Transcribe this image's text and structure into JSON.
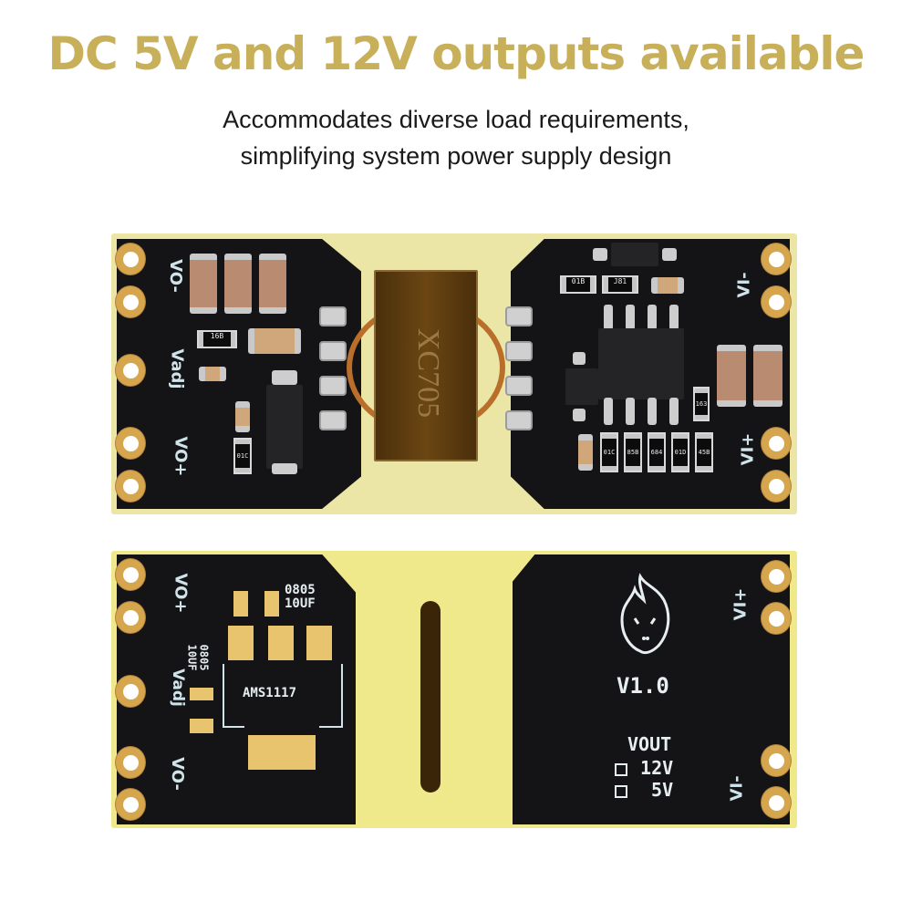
{
  "header": {
    "title": "DC 5V and 12V outputs available",
    "subtitle_line1": "Accommodates diverse load requirements,",
    "subtitle_line2": "simplifying system power supply design"
  },
  "colors": {
    "title": "#c8b05a",
    "subtitle": "#1a1a1a",
    "pcb_mask": "#141416",
    "pcb_substrate": "#ece6a6",
    "gold_pad": "#d6a64f",
    "silkscreen": "#cfe3ea"
  },
  "top_board": {
    "left_pins": [
      "VO-",
      "Vadj",
      "VO+"
    ],
    "right_pins": [
      "VI-",
      "VI+"
    ],
    "transformer_marking": "XC705",
    "resistor_codes": [
      "16B",
      "01C",
      "01B",
      "J81",
      "163",
      "01C",
      "85B",
      "684",
      "01D",
      "45B"
    ]
  },
  "bottom_board": {
    "left_pins": [
      "VO+",
      "Vadj",
      "VO-"
    ],
    "right_pins": [
      "VI+",
      "VI-"
    ],
    "regulator_label": "AMS1117",
    "cap_label_top_line1": "0805",
    "cap_label_top_line2": "10UF",
    "cap_label_side_line1": "0805",
    "cap_label_side_line2": "10UF",
    "version": "V1.0",
    "vout_label": "VOUT",
    "vout_options": [
      "12V",
      "5V"
    ]
  }
}
